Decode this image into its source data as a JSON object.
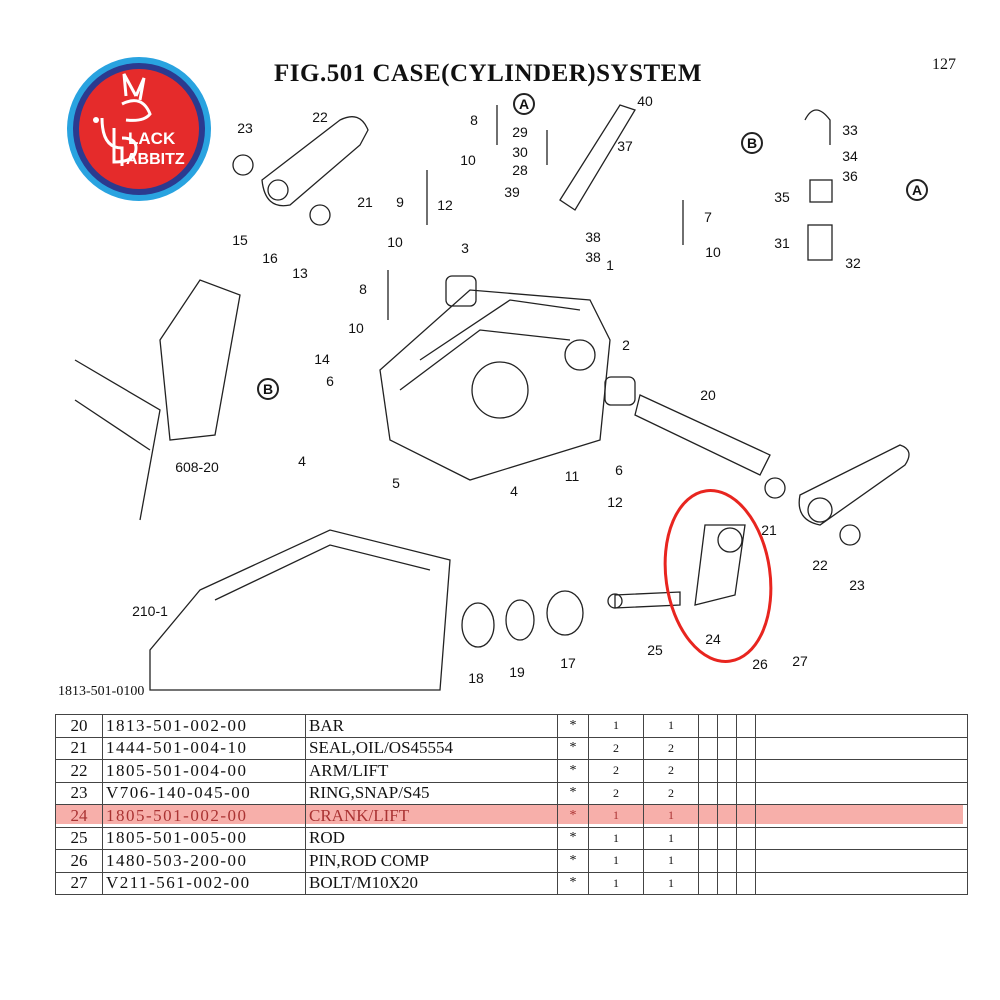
{
  "title": "FIG.501  CASE(CYLINDER)SYSTEM",
  "page_number": "127",
  "logo": {
    "text_line1": "LACK",
    "text_line2": "ABBITZ",
    "brand": "BLACK RABBITZ",
    "colors": {
      "outer": "#29a3e0",
      "ring": "#2b3a8f",
      "fill": "#e52b2b"
    }
  },
  "figure_ref": "1813-501-0100",
  "callouts": [
    "23",
    "22",
    "21",
    "9",
    "8",
    "10",
    "12",
    "10",
    "3",
    "29",
    "30",
    "28",
    "39",
    "40",
    "37",
    "38",
    "38",
    "1",
    "7",
    "10",
    "33",
    "34",
    "36",
    "35",
    "31",
    "32",
    "15",
    "16",
    "13",
    "8",
    "10",
    "14",
    "6",
    "2",
    "20",
    "4",
    "5",
    "4",
    "11",
    "6",
    "12",
    "21",
    "22",
    "23",
    "24",
    "25",
    "26",
    "27",
    "17",
    "19",
    "18",
    "210-1",
    "608-20"
  ],
  "ref_markers": [
    "A",
    "A",
    "B",
    "B"
  ],
  "highlight_color": "#e8251f",
  "parts_table": {
    "rows": [
      {
        "no": "20",
        "part": "1813-501-002-00",
        "desc": "BAR",
        "mark": "*",
        "q1": "1",
        "q2": "1"
      },
      {
        "no": "21",
        "part": "1444-501-004-10",
        "desc": "SEAL,OIL/OS45554",
        "mark": "*",
        "q1": "2",
        "q2": "2"
      },
      {
        "no": "22",
        "part": "1805-501-004-00",
        "desc": "ARM/LIFT",
        "mark": "*",
        "q1": "2",
        "q2": "2"
      },
      {
        "no": "23",
        "part": "V706-140-045-00",
        "desc": "RING,SNAP/S45",
        "mark": "*",
        "q1": "2",
        "q2": "2"
      },
      {
        "no": "24",
        "part": "1805-501-002-00",
        "desc": "CRANK/LIFT",
        "mark": "*",
        "q1": "1",
        "q2": "1",
        "highlighted": true
      },
      {
        "no": "25",
        "part": "1805-501-005-00",
        "desc": "ROD",
        "mark": "*",
        "q1": "1",
        "q2": "1"
      },
      {
        "no": "26",
        "part": "1480-503-200-00",
        "desc": "PIN,ROD COMP",
        "mark": "*",
        "q1": "1",
        "q2": "1"
      },
      {
        "no": "27",
        "part": "V211-561-002-00",
        "desc": "BOLT/M10X20",
        "mark": "*",
        "q1": "1",
        "q2": "1"
      }
    ]
  }
}
